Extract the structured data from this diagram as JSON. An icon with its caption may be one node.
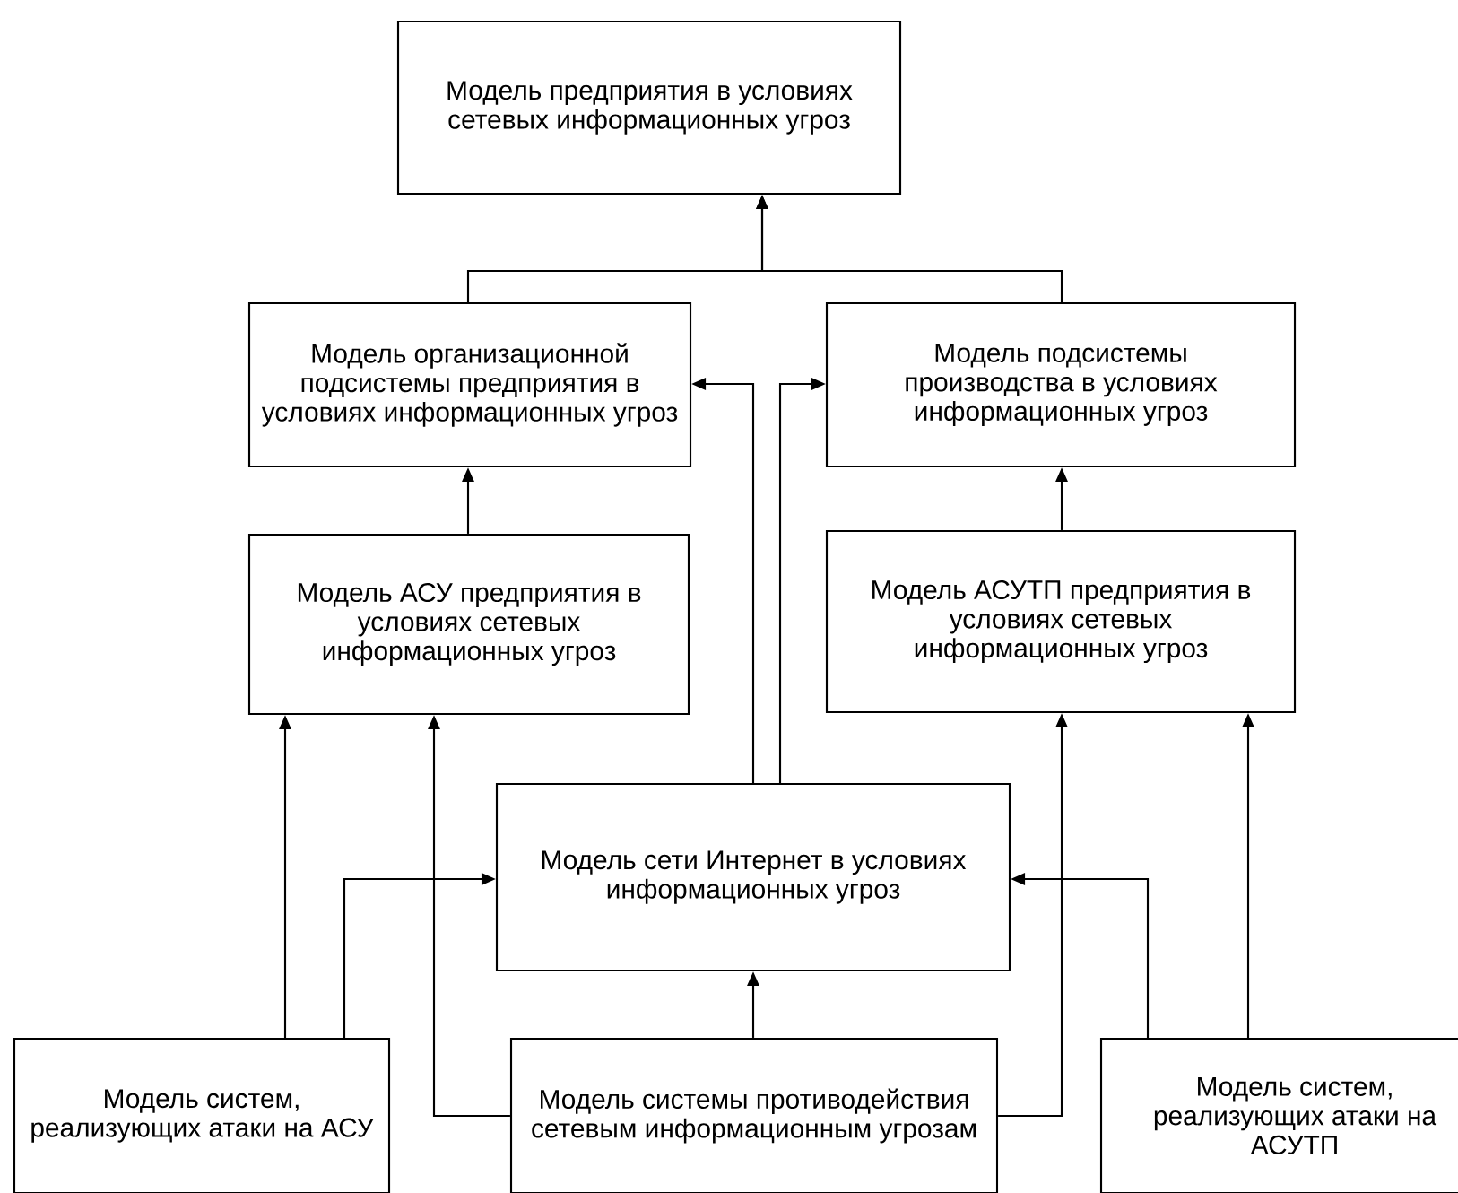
{
  "diagram": {
    "nodes": [
      {
        "text": [
          "Модель предприятия в условиях сетевых информационных угроз"
        ]
      },
      {
        "text": [
          "Модель организационной подсистемы предприятия в условиях информационных угроз"
        ]
      },
      {
        "text": [
          "Модель подсистемы производства в условиях информационных угроз"
        ]
      },
      {
        "text": [
          "Модель АСУ предприятия в условиях сетевых информационных угроз"
        ]
      },
      {
        "text": [
          "Модель АСУТП предприятия в условиях сетевых информационных угроз"
        ]
      },
      {
        "text": [
          "Модель сети Интернет в условиях информационных угроз"
        ]
      },
      {
        "text": [
          "Модель систем, реализующих атаки на АСУ"
        ]
      },
      {
        "text": [
          "Модель системы противодействия сетевым информационным угрозам"
        ]
      },
      {
        "text": [
          "Модель систем, реализующих атаки на АСУТП"
        ]
      }
    ],
    "edges": [
      {
        "from": 1,
        "to": 0,
        "arrow": "to"
      },
      {
        "from": 2,
        "to": 0,
        "arrow": "to"
      },
      {
        "from": 3,
        "to": 1,
        "arrow": "to"
      },
      {
        "from": 4,
        "to": 2,
        "arrow": "to"
      },
      {
        "from": 5,
        "to": 1,
        "arrow": "to"
      },
      {
        "from": 5,
        "to": 2,
        "arrow": "to"
      },
      {
        "from": 6,
        "to": 3,
        "arrow": "to"
      },
      {
        "from": 6,
        "to": 5,
        "arrow": "to"
      },
      {
        "from": 7,
        "to": 3,
        "arrow": "to"
      },
      {
        "from": 7,
        "to": 4,
        "arrow": "to"
      },
      {
        "from": 7,
        "to": 5,
        "arrow": "to"
      },
      {
        "from": 8,
        "to": 5,
        "arrow": "to"
      },
      {
        "from": 8,
        "to": 4,
        "arrow": "to"
      }
    ]
  }
}
